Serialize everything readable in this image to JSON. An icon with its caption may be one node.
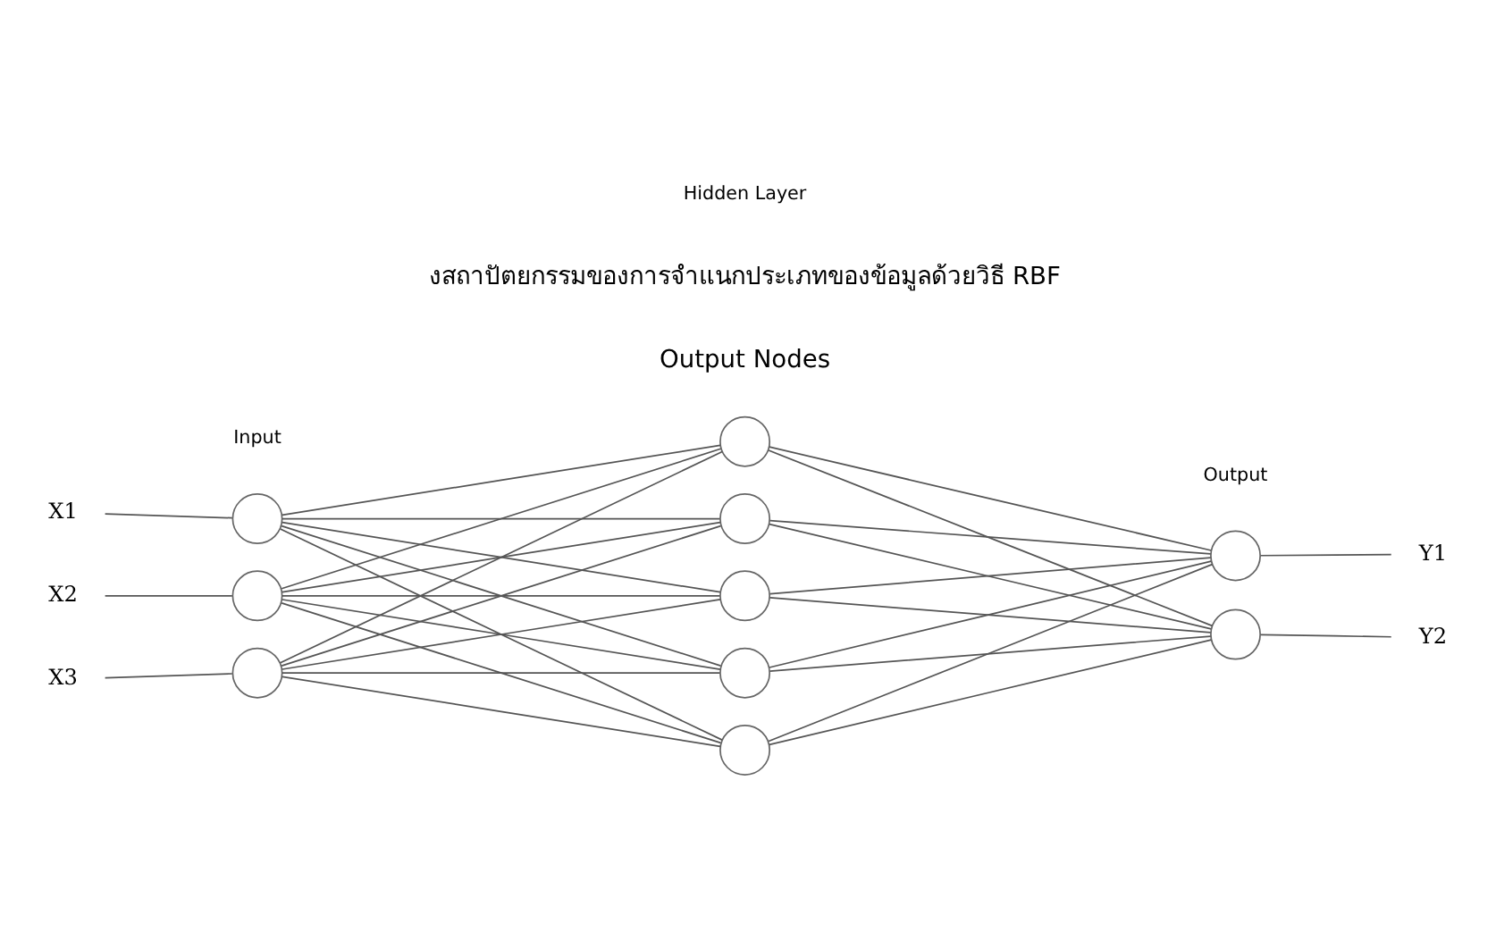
{
  "diagram": {
    "nodes": [
      {
        "text": [
          "X1"
        ]
      },
      {
        "text": [
          "X2"
        ]
      },
      {
        "text": [
          "X3"
        ]
      },
      {
        "text": [],
        "shape": "circle"
      },
      {
        "text": [],
        "shape": "circle"
      },
      {
        "text": [],
        "shape": "circle"
      },
      {
        "text": [],
        "shape": "circle"
      },
      {
        "text": [],
        "shape": "circle"
      },
      {
        "text": [],
        "shape": "circle"
      },
      {
        "text": [],
        "shape": "circle"
      },
      {
        "text": [],
        "shape": "circle"
      },
      {
        "text": [],
        "shape": "circle"
      },
      {
        "text": [],
        "shape": "circle"
      },
      {
        "text": [
          "Y1"
        ]
      },
      {
        "text": [
          "Y2"
        ]
      }
    ],
    "edges": [
      {
        "from": 0,
        "to": 3,
        "arrow": "none"
      },
      {
        "from": 1,
        "to": 4,
        "arrow": "none"
      },
      {
        "from": 2,
        "to": 5,
        "arrow": "none"
      },
      {
        "from": 3,
        "to": 6,
        "arrow": "none"
      },
      {
        "from": 3,
        "to": 7,
        "arrow": "none"
      },
      {
        "from": 3,
        "to": 8,
        "arrow": "none"
      },
      {
        "from": 3,
        "to": 9,
        "arrow": "none"
      },
      {
        "from": 3,
        "to": 10,
        "arrow": "none"
      },
      {
        "from": 4,
        "to": 6,
        "arrow": "none"
      },
      {
        "from": 4,
        "to": 7,
        "arrow": "none"
      },
      {
        "from": 4,
        "to": 8,
        "arrow": "none"
      },
      {
        "from": 4,
        "to": 9,
        "arrow": "none"
      },
      {
        "from": 4,
        "to": 10,
        "arrow": "none"
      },
      {
        "from": 5,
        "to": 6,
        "arrow": "none"
      },
      {
        "from": 5,
        "to": 7,
        "arrow": "none"
      },
      {
        "from": 5,
        "to": 8,
        "arrow": "none"
      },
      {
        "from": 5,
        "to": 9,
        "arrow": "none"
      },
      {
        "from": 5,
        "to": 10,
        "arrow": "none"
      },
      {
        "from": 6,
        "to": 11,
        "arrow": "none"
      },
      {
        "from": 6,
        "to": 12,
        "arrow": "none"
      },
      {
        "from": 7,
        "to": 11,
        "arrow": "none"
      },
      {
        "from": 7,
        "to": 12,
        "arrow": "none"
      },
      {
        "from": 8,
        "to": 11,
        "arrow": "none"
      },
      {
        "from": 8,
        "to": 12,
        "arrow": "none"
      },
      {
        "from": 9,
        "to": 11,
        "arrow": "none"
      },
      {
        "from": 9,
        "to": 12,
        "arrow": "none"
      },
      {
        "from": 10,
        "to": 11,
        "arrow": "none"
      },
      {
        "from": 10,
        "to": 12,
        "arrow": "none"
      },
      {
        "from": 11,
        "to": 13,
        "arrow": "none"
      },
      {
        "from": 12,
        "to": 14,
        "arrow": "none"
      }
    ],
    "labels": [
      "Output Nodes",
      "งสถาปัตยกรรมของการจำแนกประเภทของข้อมูลด้วยวิธี RBF",
      "Input",
      "Hidden Layer",
      "Output"
    ]
  }
}
